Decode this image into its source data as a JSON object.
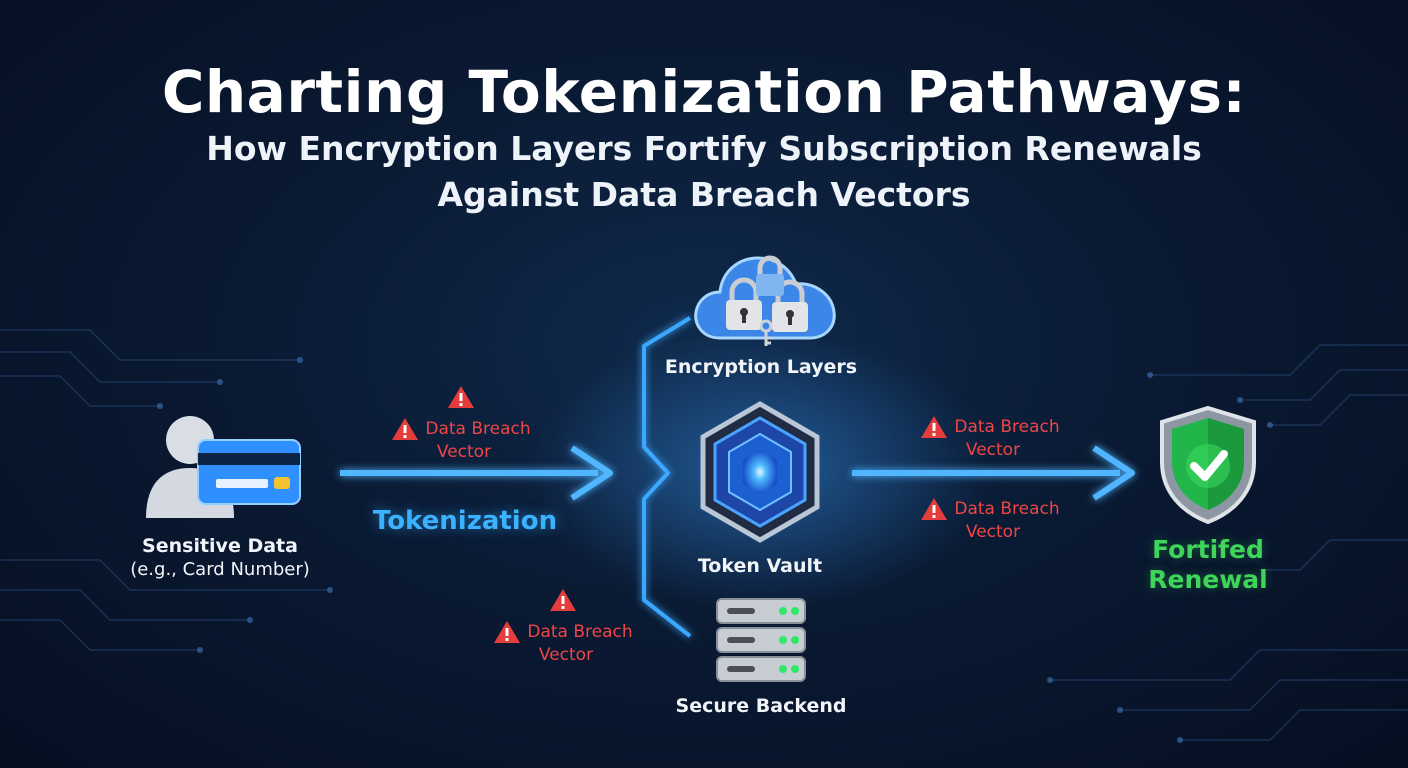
{
  "title": "Charting Tokenization Pathways:",
  "subtitle": [
    "How Encryption Layers Fortify Subscription Renewals",
    "Against Data Breach Vectors"
  ],
  "nodes": {
    "sensitive_data": {
      "label": "Sensitive Data",
      "sublabel": "(e.g., Card Number)",
      "icon": "user-card-icon"
    },
    "tokenization": {
      "label": "Tokenization"
    },
    "encryption_layers": {
      "label": "Encryption Layers",
      "icon": "cloud-locks-icon"
    },
    "token_vault": {
      "label": "Token Vault",
      "icon": "hexagon-vault-icon"
    },
    "secure_backend": {
      "label": "Secure Backend",
      "icon": "server-icon"
    },
    "fortified_renewal": {
      "label": [
        "Fortifed",
        "Renewal"
      ],
      "icon": "shield-check-icon"
    }
  },
  "breach_vectors": [
    {
      "line1": "Data Breach",
      "line2": "Vector"
    },
    {
      "line1": "Data Breach",
      "line2": "Vector"
    },
    {
      "line1": "Data Breach",
      "line2": "Vector"
    },
    {
      "line1": "Data Breach",
      "line2": "Vector"
    }
  ],
  "colors": {
    "accent_blue": "#3bb2ff",
    "breach_red": "#ee4646",
    "success_green": "#3fd45a",
    "background": "#0a1a33"
  }
}
